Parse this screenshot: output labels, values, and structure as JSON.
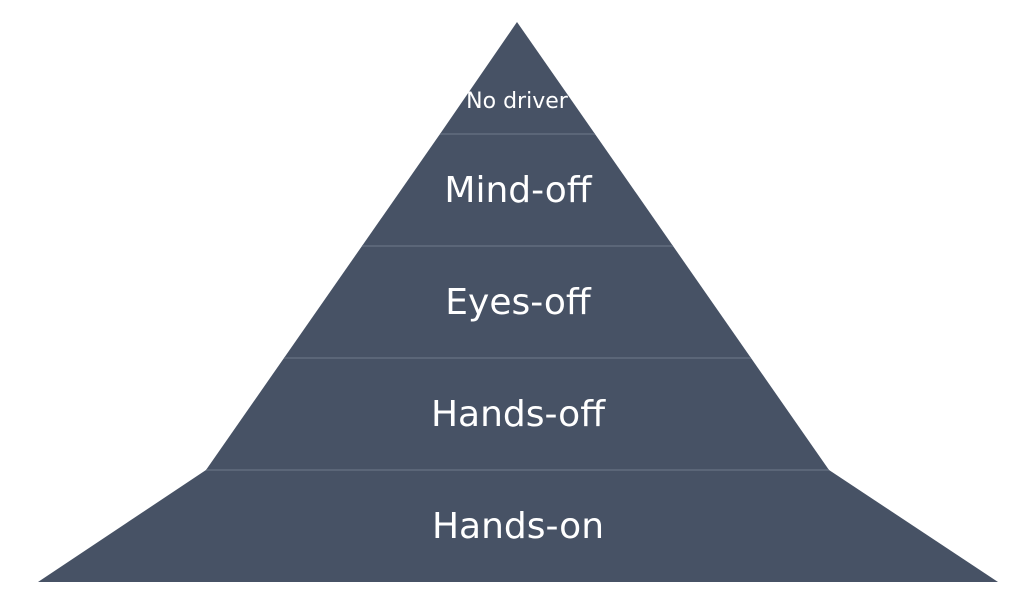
{
  "colors": {
    "tier_fill": "#475265",
    "text": "#ffffff",
    "background": "#ffffff"
  },
  "pyramid": {
    "tiers": [
      {
        "id": "no-driver",
        "label": "No driver"
      },
      {
        "id": "mind-off",
        "label": "Mind-off"
      },
      {
        "id": "eyes-off",
        "label": "Eyes-off"
      },
      {
        "id": "hands-off",
        "label": "Hands-off"
      },
      {
        "id": "hands-on",
        "label": "Hands-on"
      }
    ]
  }
}
